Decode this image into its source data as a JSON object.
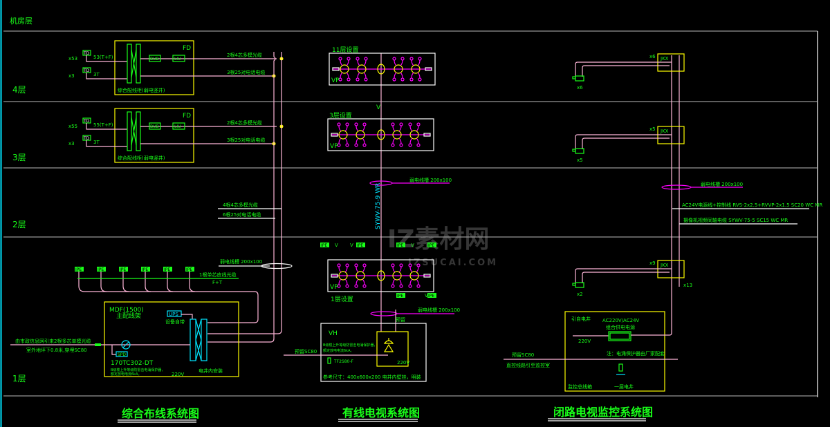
{
  "colors": {
    "background": "#000000",
    "text": "#19ff19",
    "cable": "#ffb6d9",
    "tray": "#ff00ff",
    "box": "#ffff00",
    "cyan": "#00e5ff"
  },
  "floors": {
    "machine_room": "机房层",
    "f4": "4层",
    "f3": "3层",
    "f2": "2层",
    "f1": "1层"
  },
  "cabling": {
    "fd_label": "FD",
    "td": "TD",
    "f4": {
      "outlets_count": "x53",
      "outlet_spec": "53(T+F)",
      "phone_count": "x3",
      "phone_spec": "3T"
    },
    "f3": {
      "outlets_count": "x55",
      "outlet_spec": "55(T+F)",
      "phone_count": "x3",
      "phone_spec": "3T"
    },
    "bub": "BUB",
    "liu": "LIU",
    "fd_cabinet": "综合配线柜(弱电竖井)",
    "fiber_2": "2根4芯多模光缆",
    "phone_3": "3根25对电话电缆",
    "fiber_4": "4根4芯多模光缆",
    "phone_6": "6根25对电话电缆",
    "tray": "弱电线槽 200x100",
    "ip": "IPE",
    "drop_fiber": "1根单芯皮线光缆",
    "ft": "F+T",
    "mdf": "MDF(1500)",
    "mdf_sub": "主配线架",
    "ups": "UPS",
    "ups_sub": "设备自带",
    "spd": "SPD",
    "model": "170TC302-DT",
    "note_line1": "B级楼上升等级防雷击电涌保护器，",
    "note_line2": "额定放电电流6kA。",
    "v220": "220V",
    "shaft_install": "电井内安装",
    "incoming_line1": "由市政信息网引来2根多芯单模光缆",
    "incoming_line2": "室外地坪下0.8米,穿埋SC80",
    "system_title": "综合布线系统图"
  },
  "catv": {
    "f11": "11层设置",
    "f3": "3层设置",
    "f1": "1层设置",
    "vp": "VP",
    "v": "V",
    "ip": "IPE",
    "tray": "弱电线槽 200x100",
    "trunk": "SYWV-75-9 WR",
    "reserve": "预留",
    "vh": "VH",
    "reserve_sc80": "预留SC80",
    "note_line1": "B级楼上升等级防雷击电涌保护器，",
    "note_line2": "额定放电电流6kA。",
    "spd_model": "TF2S80-F",
    "v220": "220V",
    "size": "参考尺寸：400x600x200   电井内壁挂，明装",
    "system_title": "有线电视系统图"
  },
  "cctv": {
    "jkx": "JKX",
    "f4_count": "x6",
    "f4_cam": "x6",
    "f3_count": "x5",
    "f3_cam": "x5",
    "f1_count": "x9",
    "f1_cam": "x2",
    "f1_extra": "x13",
    "tray": "弱电线槽 200x100",
    "power_cable": "AC24V电源线+控制线 RVS-2x2.5+RVVP-2x1.5 SC20 WC MR",
    "video_cable": "摄像机视频同轴电缆 SYWV-75-5 SC15 WC MR",
    "from_shaft": "引自电井",
    "psu_line1": "AC220V/AC24V",
    "psu_line2": "组合供电电源",
    "v220": "220V",
    "reserve_sc80": "预留SC80",
    "to_control": "直控线路引至监控室",
    "note": "注：电涌保护器由厂家配套",
    "monitor_box": "监控总线箱",
    "shaft": "一层电井",
    "system_title": "闭路电视监控系统图"
  },
  "watermark": {
    "text": "IZ素材网",
    "sub": "IZSUCAI.COM"
  }
}
